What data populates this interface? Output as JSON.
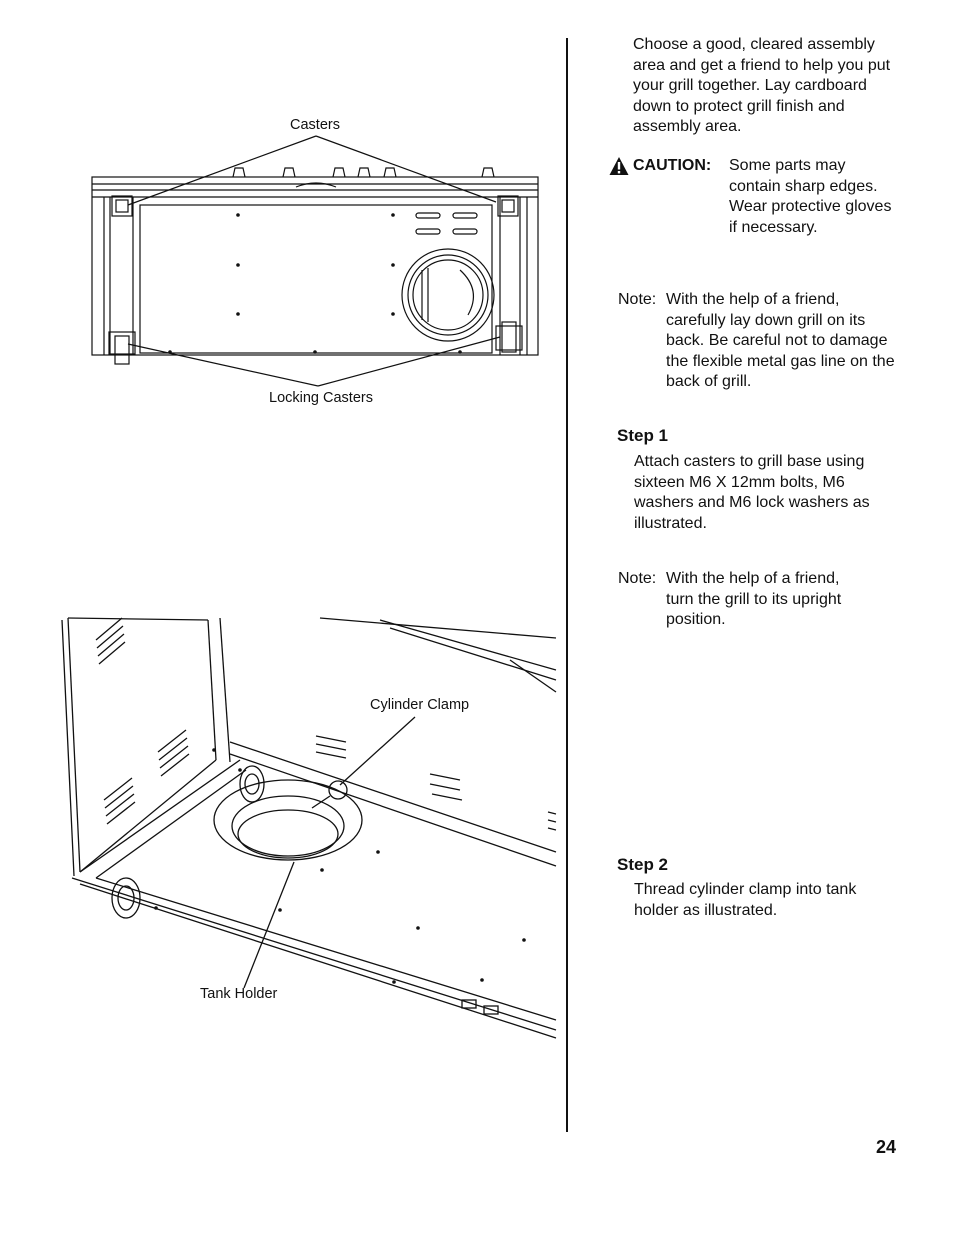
{
  "intro": "Choose a good, cleared assembly area and get a friend to help you put your grill together. Lay cardboard down to protect grill finish and assembly area.",
  "caution": {
    "label": "CAUTION:",
    "text": "Some parts may contain sharp edges. Wear protective gloves if necessary.",
    "icon": "warning-triangle-icon"
  },
  "note1": {
    "label": "Note:",
    "text": "With the help of a friend, carefully lay down grill on its back. Be careful not to damage the flexible metal gas line on the back of grill."
  },
  "step1": {
    "title": "Step 1",
    "text": "Attach casters to grill base using sixteen M6 X 12mm bolts, M6 washers and M6 lock washers as illustrated."
  },
  "note2": {
    "label": "Note:",
    "text": "With the help of a friend, turn the grill to its upright position."
  },
  "step2": {
    "title": "Step 2",
    "text": "Thread cylinder clamp into tank holder as illustrated."
  },
  "figure1": {
    "label_top": "Casters",
    "label_bottom": "Locking Casters"
  },
  "figure2": {
    "label_clamp": "Cylinder Clamp",
    "label_tank": "Tank Holder"
  },
  "page_number": "24"
}
